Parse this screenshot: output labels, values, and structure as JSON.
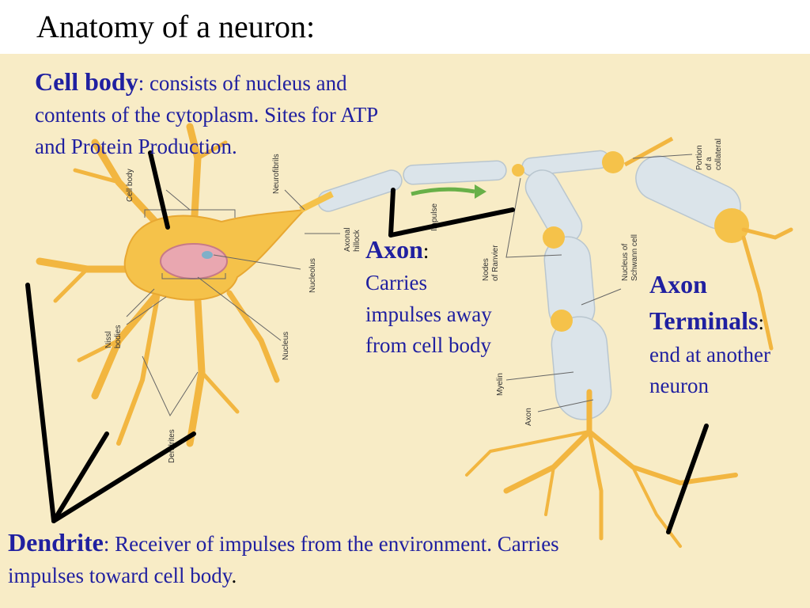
{
  "slide": {
    "title": "Anatomy of a neuron:"
  },
  "colors": {
    "background": "#f8ecc6",
    "caption_text": "#2020a0",
    "neuron_fill": "#f5c24a",
    "myelin": "#dbe4ea",
    "pointer_lines": "#000000"
  },
  "captions": {
    "cell_body": {
      "term": "Cell body",
      "text": ": consists of nucleus and contents of the cytoplasm. Sites for ATP and Protein Production."
    },
    "axon": {
      "term": "Axon",
      "colon": ":",
      "text": "Carries impulses away from cell body"
    },
    "axon_terminals": {
      "term": "Axon Terminals",
      "colon": ":",
      "text": "end at another neuron"
    },
    "dendrite": {
      "term": "Dendrite",
      "text": ": Receiver of impulses from the environment. Carries impulses toward cell body",
      "period": "."
    }
  },
  "diagram_labels": {
    "cell_body": "Cell body",
    "neurofibrils": "Neurofibrils",
    "axonal_hillock_1": "Axonal",
    "axonal_hillock_2": "hillock",
    "nucleolus": "Nucleolus",
    "nucleus": "Nucleus",
    "nissl_1": "Nissl",
    "nissl_2": "bodies",
    "dendrites": "Dendrites",
    "impulse": "Impulse",
    "nodes_1": "Nodes",
    "nodes_2": "of Ranvier",
    "schwann_1": "Nucleus of",
    "schwann_2": "Schwann cell",
    "myelin": "Myelin",
    "axon": "Axon",
    "collateral_1": "Portion",
    "collateral_2": "of a",
    "collateral_3": "collateral"
  }
}
